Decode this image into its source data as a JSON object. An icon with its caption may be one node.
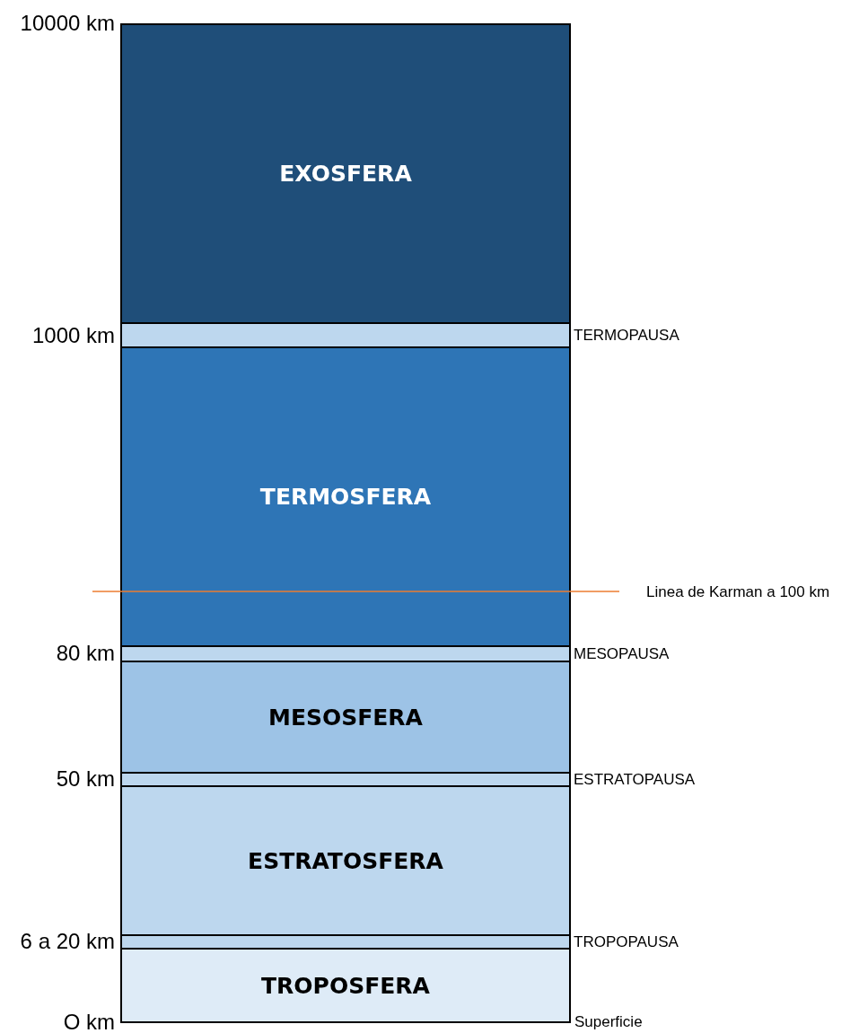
{
  "diagram": {
    "nodes": [
      {
        "text": [
          "EXOSFERA"
        ]
      },
      {
        "text": [],
        "shape": "bar",
        "beside": [
          "TERMOPAUSA"
        ]
      },
      {
        "text": [
          "TERMOSFERA"
        ]
      },
      {
        "text": [],
        "shape": "bar",
        "beside": [
          "MESOPAUSA"
        ]
      },
      {
        "text": [
          "MESOSFERA"
        ]
      },
      {
        "text": [],
        "shape": "bar",
        "beside": [
          "ESTRATOPAUSA"
        ]
      },
      {
        "text": [
          "ESTRATOSFERA"
        ]
      },
      {
        "text": [],
        "shape": "bar",
        "beside": [
          "TROPOPAUSA"
        ]
      },
      {
        "text": [
          "TROPOSFERA"
        ]
      }
    ],
    "labels": [
      "10000 km",
      "1000 km",
      "Linea de Karman a 100 km",
      "80 km",
      "50 km",
      "6 a 20 km",
      "O km",
      "Superficie"
    ]
  }
}
